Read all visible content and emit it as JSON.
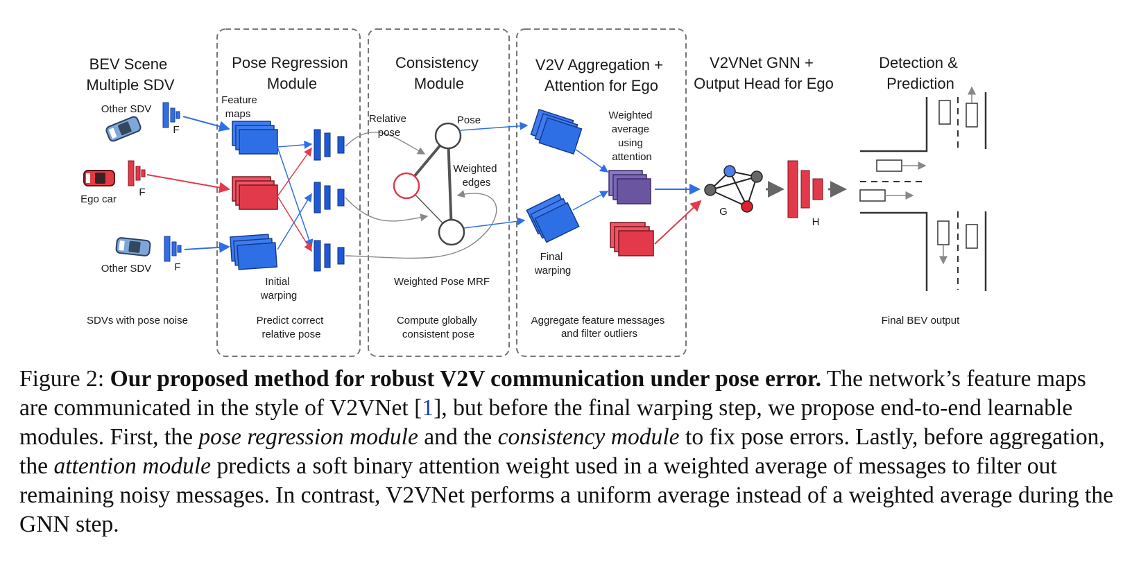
{
  "figure": {
    "headings": {
      "bev_scene": [
        "BEV Scene",
        "Multiple SDV"
      ],
      "pose_regression": [
        "Pose Regression",
        "Module"
      ],
      "consistency": [
        "Consistency",
        "Module"
      ],
      "v2v_aggregation": [
        "V2V Aggregation +",
        "Attention for Ego"
      ],
      "v2vnet_gnn": [
        "V2VNet GNN +",
        "Output Head for Ego"
      ],
      "detection": [
        "Detection &",
        "Prediction"
      ]
    },
    "labels": {
      "other_sdv_top": "Other SDV",
      "ego_car": "Ego car",
      "other_sdv_bottom": "Other SDV",
      "f": "F",
      "feature_maps": [
        "Feature",
        "maps"
      ],
      "initial_warping": [
        "Initial",
        "warping"
      ],
      "relative_pose": [
        "Relative",
        "pose"
      ],
      "pose": "Pose",
      "weighted_edges": [
        "Weighted",
        "edges"
      ],
      "weighted_pose_mrf": "Weighted Pose MRF",
      "weighted_average": [
        "Weighted",
        "average",
        "using",
        "attention"
      ],
      "final_warping": [
        "Final",
        "warping"
      ],
      "g": "G",
      "h": "H"
    },
    "bottom_captions": {
      "sdv_noise": "SDVs with pose noise",
      "predict_pose": [
        "Predict correct",
        "relative pose"
      ],
      "compute_pose": [
        "Compute globally",
        "consistent pose"
      ],
      "aggregate": [
        "Aggregate feature messages",
        "and filter outliers"
      ],
      "final_bev": "Final BEV output"
    },
    "colors": {
      "blue": "#2f6fe6",
      "blue_dark": "#1b4fc4",
      "red": "#e23a4a",
      "purple": "#6a55a0",
      "gray": "#555555"
    }
  },
  "caption": {
    "label": "Figure 2:",
    "bold_title": "Our proposed method for robust V2V communication under pose error.",
    "text1": "The network’s feature maps are communicated in the style of V2VNet",
    "ref_open": "[",
    "ref_num": "1",
    "ref_close": "],",
    "text2": "but before the final warping step, we propose end-to-end learnable modules. First, the",
    "italic1": "pose regression module",
    "text3": "and the",
    "italic2": "consistency module",
    "text4": "to fix pose errors. Lastly, before aggregation, the",
    "italic3": "attention module",
    "text5": "predicts a soft binary attention weight used in a weighted average of messages to filter out remaining noisy messages. In contrast, V2VNet performs a uniform average instead of a weighted average during the GNN step."
  }
}
